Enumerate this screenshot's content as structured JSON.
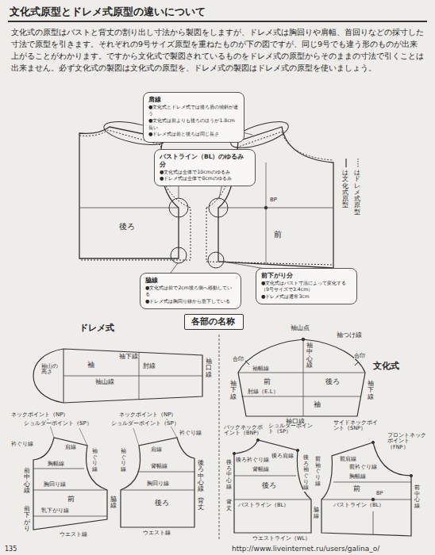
{
  "diagram": {
    "title": "文化式原型とドレメ式原型の違いについて",
    "nodes": [
      {
        "text": [
          "肩線",
          "●文化式とドレメ式では後ろ肩の傾斜が違う",
          "●文化式は前よりも後ろのほうが1.8cm長い",
          "●ドレメ式は前と後ろは同じ長さ"
        ]
      },
      {
        "text": [
          "バストライン（BL）のゆるみ分",
          "●文化式は全体で10cmのゆるみ",
          "●ドレメ式は全体で8cmのゆるみ"
        ]
      },
      {
        "text": [
          "脇線",
          "●文化式は前で2cm後ろ側へ移動している",
          "●ドレメ式は胸回り線から垂下している"
        ]
      },
      {
        "text": [
          "前下がり分",
          "●文化式はバスト寸法によって変化する",
          "（9号サイズで3.4cm）",
          "●ドレメ式は通常3cm"
        ]
      },
      {
        "text": [
          "各部の名称"
        ]
      }
    ],
    "labels": [
      "文化式の原型はバストと背丈の割り出し寸法から製図をしますが、ドレメ式は胸回りや肩幅、首回りなどの採寸した寸法で原型を引きます。それぞれの9号サイズ原型を重ねたものが下の図ですが、同じ9号でも違う形のものが出来上がることがわかります。ですから文化式で製図されているものをドレメ式の原型からそのままの寸法で引くことは出来ません。必ず文化式の製図は文化式の原型を、ドレメ式の製図はドレメ式の原型を使いましょう。",
      "後ろ",
      "前",
      "BP",
      "ドレメ式",
      "文化式",
      "袖下線",
      "袖",
      "袖山の高さ",
      "袖山線",
      "肘線",
      "袖口線",
      "ネックポイント（NP）",
      "ショルダーポイント（SP）",
      "衿ぐり線",
      "肩線",
      "前中心線",
      "胸幅線",
      "胸回り線",
      "前",
      "乳下がり線",
      "袖ぐり線",
      "前下がり",
      "ウエスト線",
      "ネックポイント（NP）",
      "ショルダーポイント（SP）",
      "衿ぐり線",
      "肩線",
      "背幅線",
      "胸回り線",
      "後ろ",
      "後ろ中心線",
      "袖ぐり線",
      "脇線",
      "背丈",
      "ウエスト線",
      "袖山点",
      "袖つけ線",
      "合印",
      "合印",
      "袖幅線",
      "前",
      "後ろ",
      "袖",
      "肘線（E.L）",
      "袖中心線",
      "袖下線",
      "袖下線",
      "袖口線",
      "バックネックポイント（BNP）",
      "ショルダーポイント（SP）",
      "サイドネックポイント（SNP）",
      "フロントネックポイント（FNP）",
      "後ろ衿ぐり線",
      "後ろ肩線",
      "背幅線",
      "後ろ",
      "後ろ袖ぐり線",
      "前袖ぐり線",
      "前肩線",
      "前衿ぐり線",
      "胸幅線",
      "前",
      "BP",
      "バストライン（BL）",
      "バストライン（BL）",
      "後ろ中心線",
      "前中心線",
      "脇線",
      "背丈",
      "ウエストライン（WL）",
      "135",
      "http://www.liveinternet.ru/users/galina_o/"
    ],
    "legend": [
      {
        "text": "は文化式原型"
      },
      {
        "text": "はドレメ式原型"
      }
    ]
  }
}
